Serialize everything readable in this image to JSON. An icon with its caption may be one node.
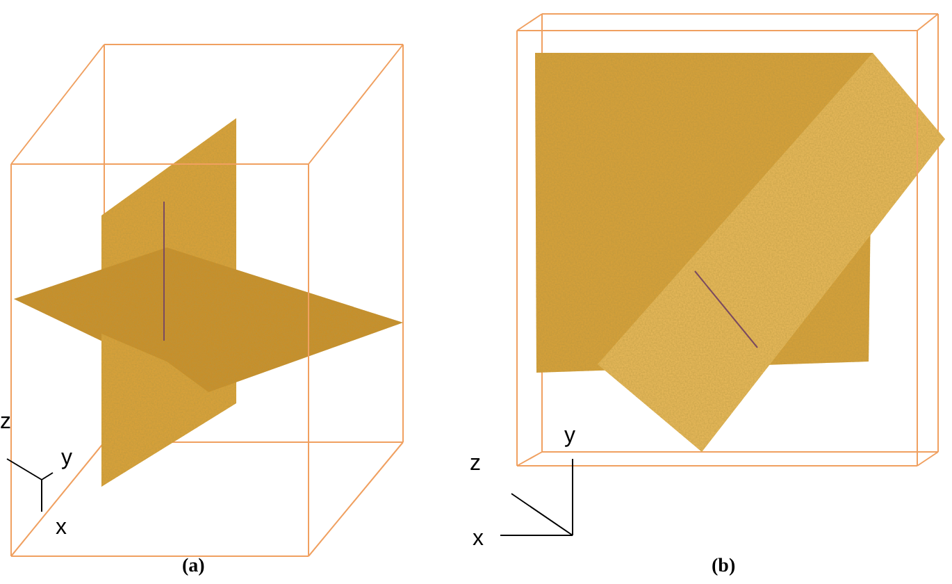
{
  "diagram": {
    "labels": [
      "z",
      "y",
      "x",
      "z",
      "y",
      "x",
      "(a)",
      "(b)"
    ]
  }
}
